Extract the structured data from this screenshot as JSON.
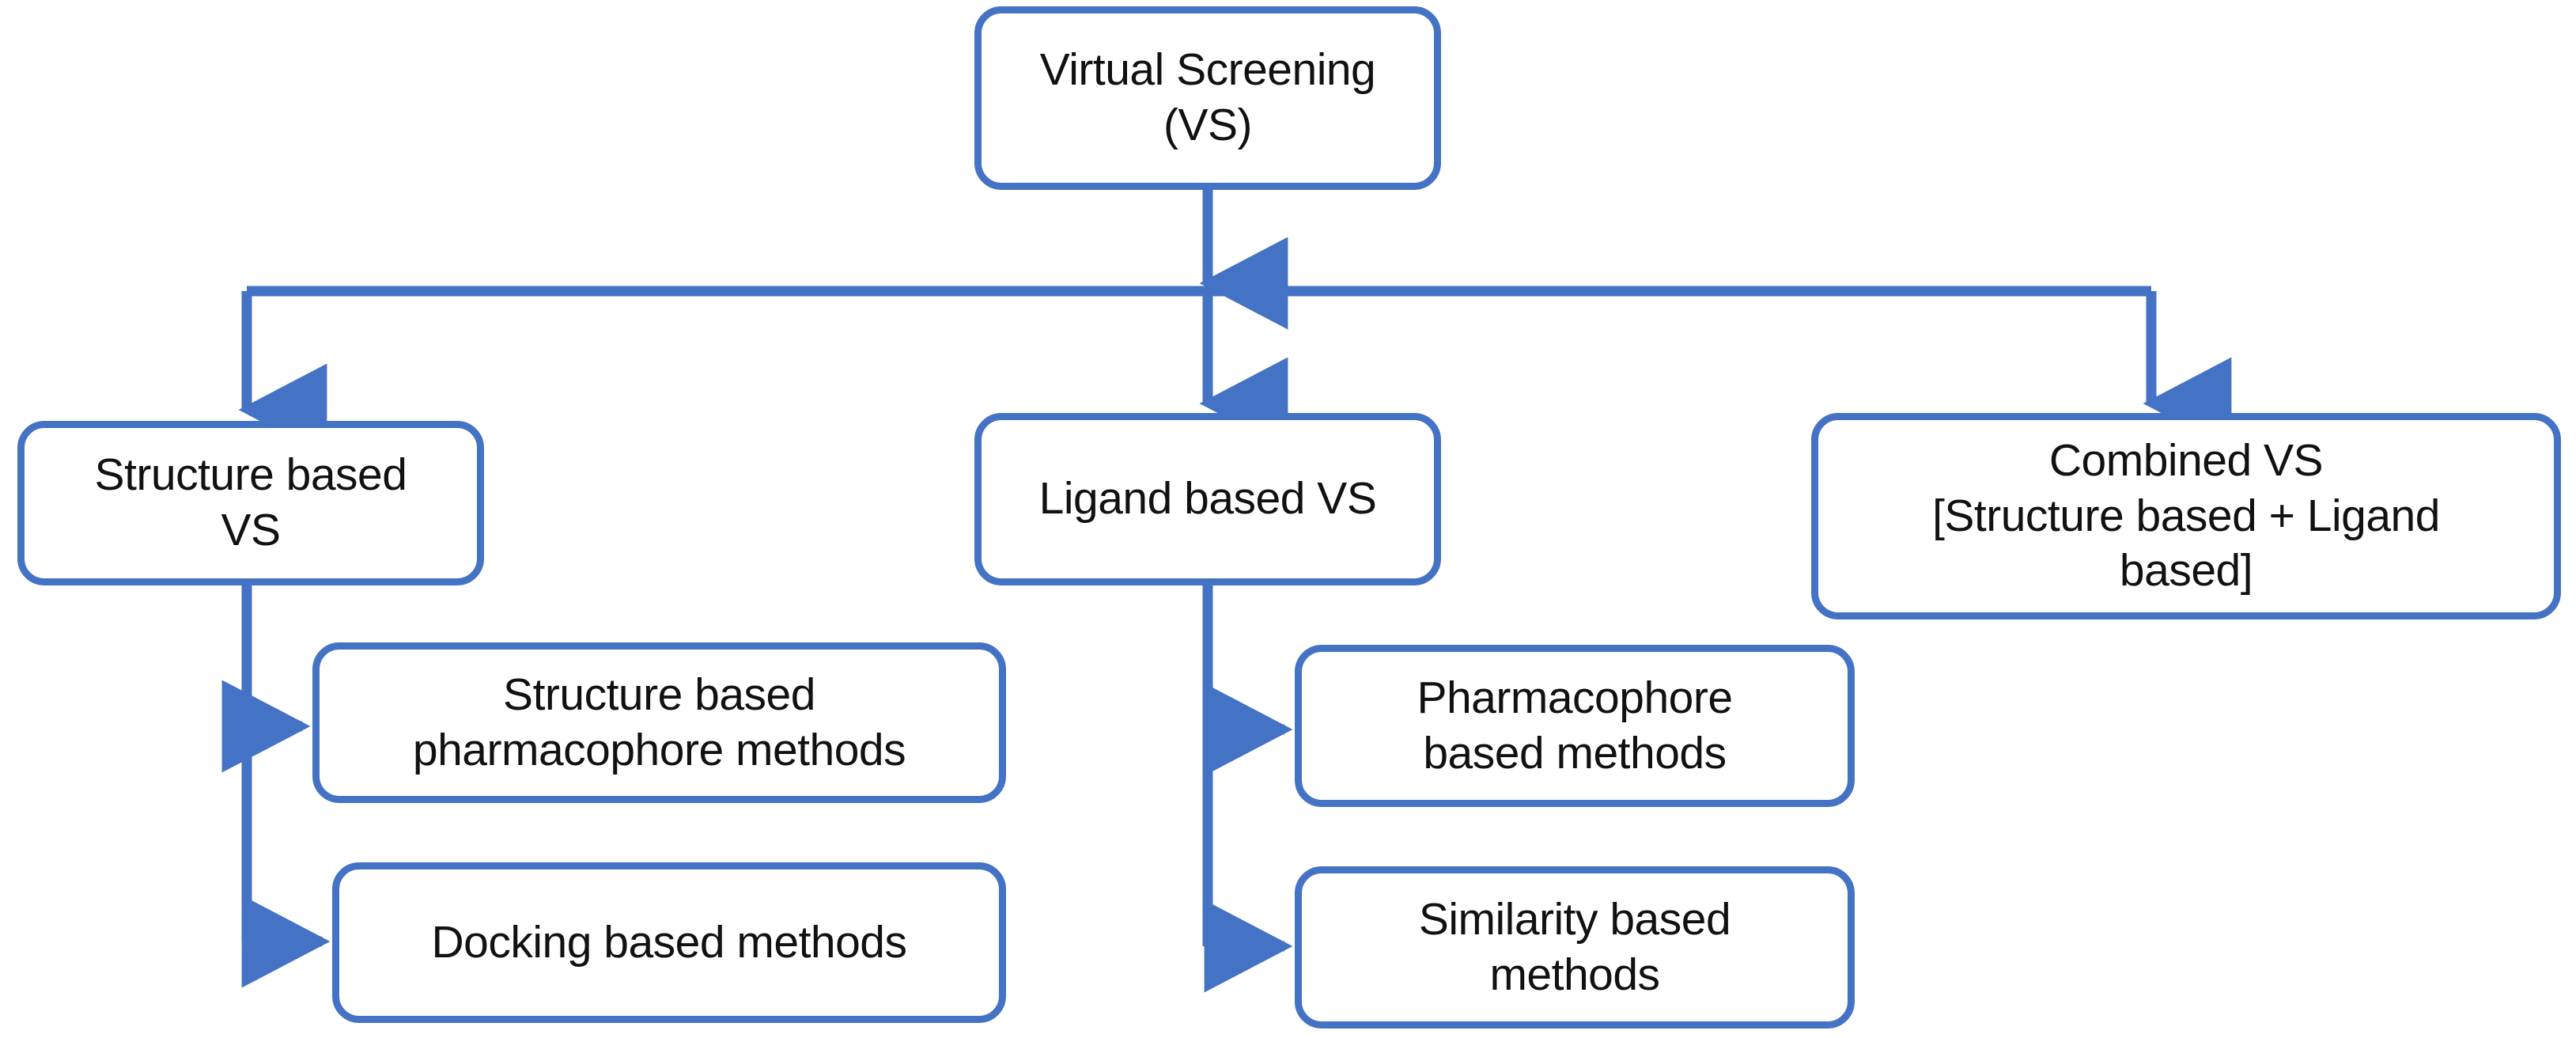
{
  "diagram": {
    "title": "Virtual Screening classification flowchart",
    "colors": {
      "node_border": "#4472C4",
      "connector": "#4472C4",
      "node_fill": "#FFFFFF",
      "text": "#111111",
      "background": "#FFFFFF"
    },
    "nodes": {
      "root": {
        "label": "Virtual Screening\n(VS)",
        "level": 1
      },
      "structure_based_vs": {
        "label": "Structure based\nVS",
        "level": 2
      },
      "ligand_based_vs": {
        "label": "Ligand based VS",
        "level": 2
      },
      "combined_vs": {
        "label": "Combined VS\n[Structure based + Ligand\nbased]",
        "level": 2
      },
      "structure_pharmacophore_methods": {
        "label": "Structure based\npharmacophore methods",
        "level": 3
      },
      "docking_based_methods": {
        "label": "Docking based methods",
        "level": 3
      },
      "pharmacophore_based_methods": {
        "label": "Pharmacophore\nbased methods",
        "level": 3
      },
      "similarity_based_methods": {
        "label": "Similarity based\nmethods",
        "level": 3
      }
    },
    "edges": [
      {
        "from": "root",
        "to": "structure_based_vs",
        "style": "orthogonal-arrow"
      },
      {
        "from": "root",
        "to": "ligand_based_vs",
        "style": "straight-arrow"
      },
      {
        "from": "root",
        "to": "combined_vs",
        "style": "orthogonal-arrow"
      },
      {
        "from": "structure_based_vs",
        "to": "structure_pharmacophore_methods",
        "style": "elbow-arrow"
      },
      {
        "from": "structure_based_vs",
        "to": "docking_based_methods",
        "style": "elbow-arrow"
      },
      {
        "from": "ligand_based_vs",
        "to": "pharmacophore_based_methods",
        "style": "elbow-arrow"
      },
      {
        "from": "ligand_based_vs",
        "to": "similarity_based_methods",
        "style": "elbow-arrow"
      }
    ]
  }
}
